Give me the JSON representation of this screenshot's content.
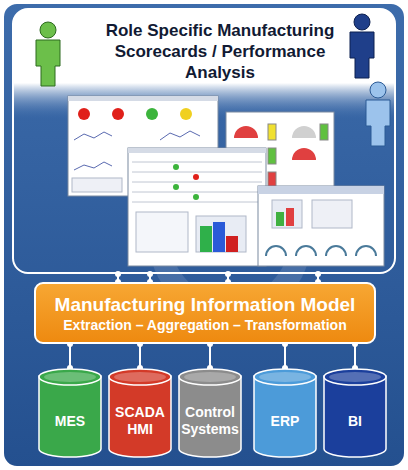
{
  "diagram": {
    "nodes": [
      {
        "text": [
          "Role Specific Manufacturing Scorecards / Performance Analysis"
        ]
      },
      {
        "text": [
          "Manufacturing Information Model",
          "Extraction – Aggregation – Transformation"
        ]
      },
      {
        "text": [
          "MES"
        ]
      },
      {
        "text": [
          "SCADA HMI"
        ]
      },
      {
        "text": [
          "Control Systems"
        ]
      },
      {
        "text": [
          "ERP"
        ]
      },
      {
        "text": [
          "BI"
        ]
      }
    ],
    "edges": [
      {
        "from": 1,
        "to": 0,
        "arrow": "none"
      },
      {
        "from": 1,
        "to": 0,
        "arrow": "none"
      },
      {
        "from": 1,
        "to": 0,
        "arrow": "none"
      },
      {
        "from": 1,
        "to": 0,
        "arrow": "none"
      },
      {
        "from": 1,
        "to": 2,
        "arrow": "none"
      },
      {
        "from": 1,
        "to": 3,
        "arrow": "none"
      },
      {
        "from": 1,
        "to": 4,
        "arrow": "none"
      },
      {
        "from": 1,
        "to": 5,
        "arrow": "none"
      },
      {
        "from": 1,
        "to": 6,
        "arrow": "none"
      }
    ]
  }
}
